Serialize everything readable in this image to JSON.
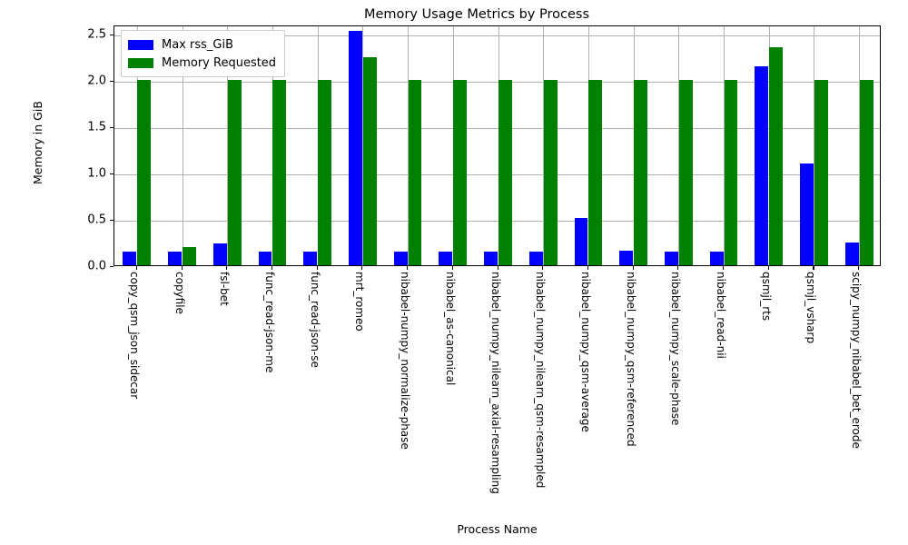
{
  "chart_data": {
    "type": "bar",
    "title": "Memory Usage Metrics by Process",
    "xlabel": "Process Name",
    "ylabel": "Memory in GiB",
    "ylim": [
      0.0,
      2.6
    ],
    "yticks": [
      "0.0",
      "0.5",
      "1.0",
      "1.5",
      "2.0",
      "2.5"
    ],
    "ytick_values": [
      0.0,
      0.5,
      1.0,
      1.5,
      2.0,
      2.5
    ],
    "grid": true,
    "legend_position": "upper left",
    "categories": [
      "copy_qsm_json_sidecar",
      "copyfile",
      "fsl-bet",
      "func_read-json-me",
      "func_read-json-se",
      "mrt_romeo",
      "nibabel-numpy_normalize-phase",
      "nibabel_as-canonical",
      "nibabel_numpy_nilearn_axial-resampling",
      "nibabel_numpy_nilearn_qsm-resampled",
      "nibabel_numpy_qsm-average",
      "nibabel_numpy_qsm-referenced",
      "nibabel_numpy_scale-phase",
      "nibabel_read-nii",
      "qsmjl_rts",
      "qsmjl_vsharp",
      "scipy_numpy_nibabel_bet_erode"
    ],
    "series": [
      {
        "name": "Max rss_GiB",
        "color": "#0000ff",
        "values": [
          0.15,
          0.15,
          0.24,
          0.15,
          0.15,
          2.53,
          0.15,
          0.15,
          0.15,
          0.15,
          0.51,
          0.16,
          0.15,
          0.15,
          2.15,
          1.1,
          0.25
        ]
      },
      {
        "name": "Memory Requested",
        "color": "#008000",
        "values": [
          2.0,
          0.2,
          2.0,
          2.0,
          2.0,
          2.25,
          2.0,
          2.0,
          2.0,
          2.0,
          2.0,
          2.0,
          2.0,
          2.0,
          2.35,
          2.0,
          2.0
        ]
      }
    ]
  }
}
